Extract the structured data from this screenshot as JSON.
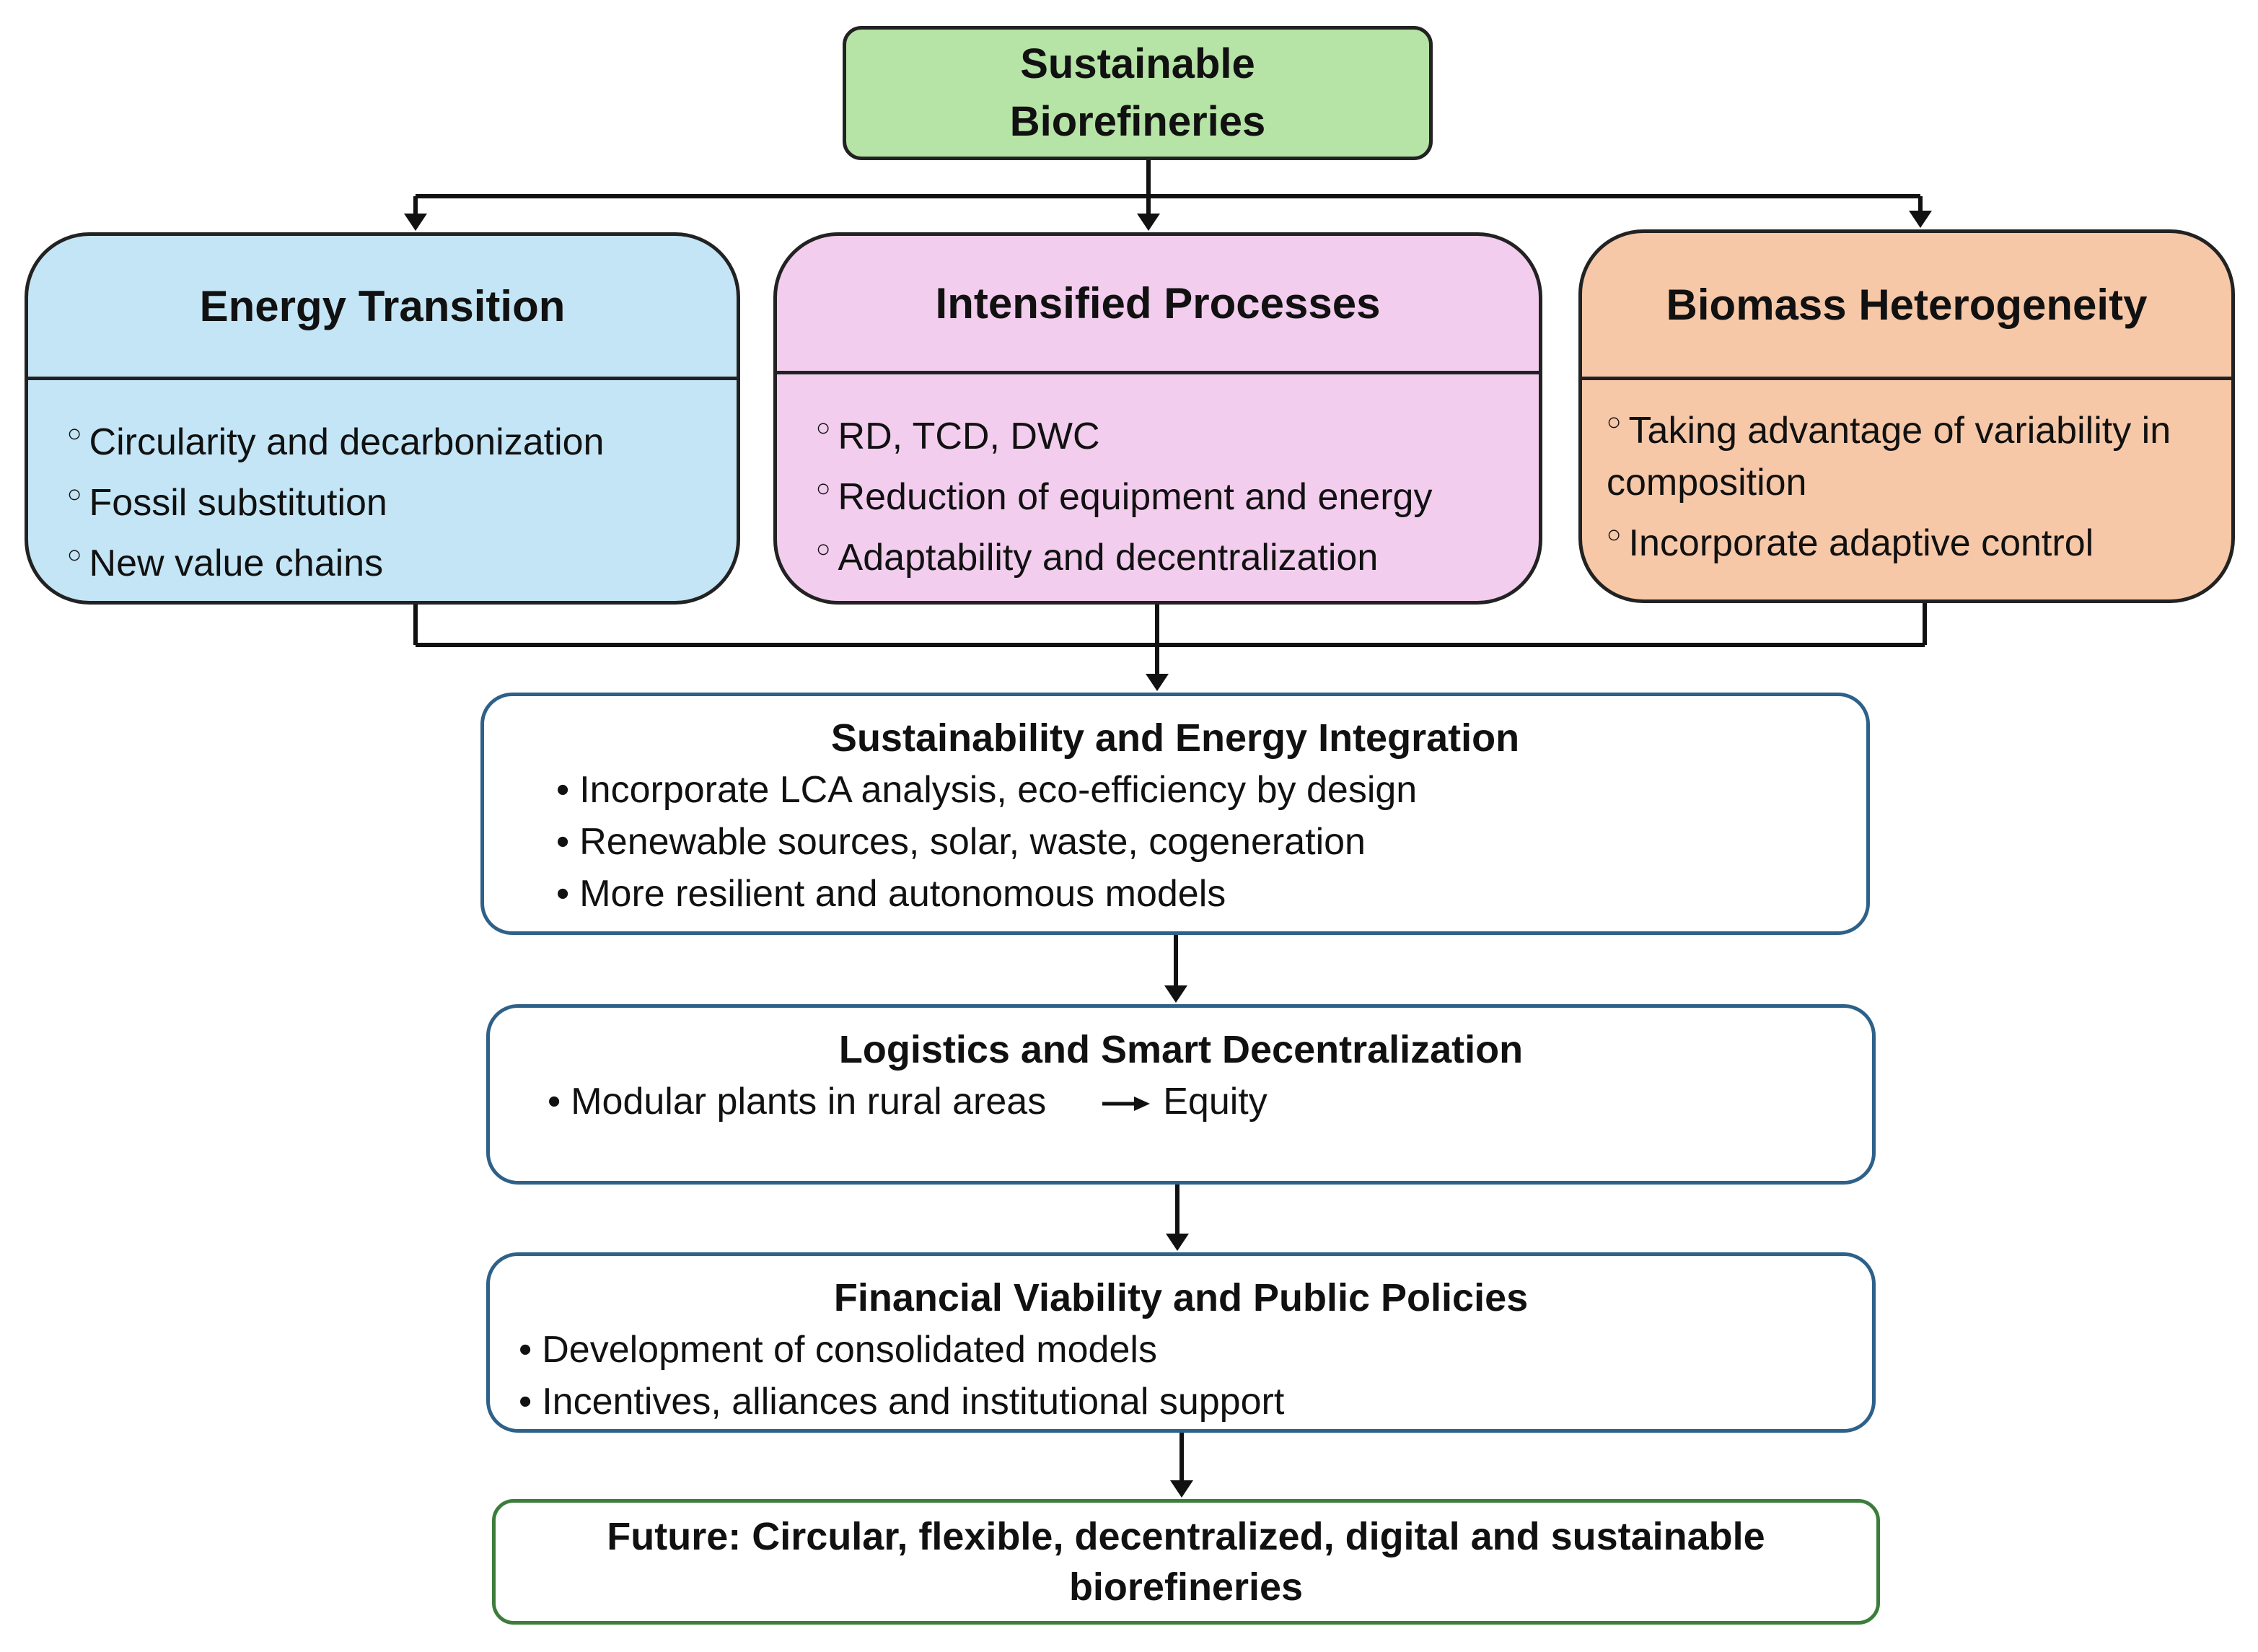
{
  "top": {
    "line1": "Sustainable",
    "line2": "Biorefineries"
  },
  "categories": [
    {
      "title": "Energy Transition",
      "items": [
        "Circularity and decarbonization",
        "Fossil substitution",
        "New value chains"
      ]
    },
    {
      "title": "Intensified Processes",
      "items": [
        "RD, TCD, DWC",
        "Reduction of equipment and energy",
        "Adaptability and decentralization"
      ]
    },
    {
      "title": "Biomass Heterogeneity",
      "items": [
        "Taking advantage of variability in composition",
        "Incorporate adaptive control"
      ]
    }
  ],
  "sustainability": {
    "title": "Sustainability and Energy Integration",
    "items": [
      "Incorporate LCA analysis, eco-efficiency by design",
      "Renewable sources, solar, waste, cogeneration",
      "More resilient and autonomous models"
    ]
  },
  "logistics": {
    "title": "Logistics and Smart Decentralization",
    "item": "Modular plants in rural areas",
    "result": "Equity"
  },
  "financial": {
    "title": "Financial Viability and Public Policies",
    "items": [
      "Development of consolidated models",
      "Incentives, alliances and institutional support"
    ]
  },
  "future": {
    "line1": "Future: Circular, flexible, decentralized, digital and sustainable",
    "line2": "biorefineries"
  },
  "colors": {
    "top_fill": "#b6e3a6",
    "energy_fill": "#c3e5f5",
    "process_fill": "#f2cdee",
    "biomass_fill": "#f6c8a8",
    "flow_border": "#2e6189",
    "future_border": "#3c7d3c"
  }
}
